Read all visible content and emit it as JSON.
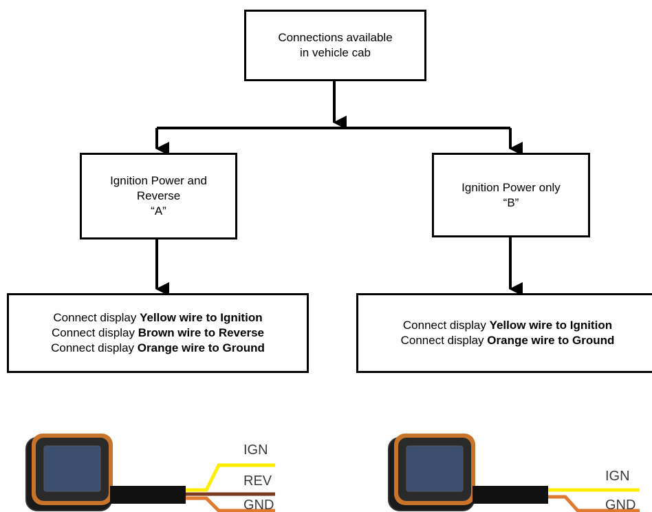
{
  "top_box": {
    "line1": "Connections available",
    "line2": "in vehicle cab"
  },
  "box_a": {
    "line1": "Ignition Power and",
    "line2": "Reverse",
    "line3": "“A”"
  },
  "box_b": {
    "line1": "Ignition Power only",
    "line2": "“B”"
  },
  "instructions_a": [
    {
      "prefix": "Connect display ",
      "bold": "Yellow wire to Ignition"
    },
    {
      "prefix": "Connect display ",
      "bold": "Brown wire to Reverse"
    },
    {
      "prefix": "Connect display ",
      "bold": "Orange wire to Ground"
    }
  ],
  "instructions_b": [
    {
      "prefix": "Connect display ",
      "bold": "Yellow wire to Ignition"
    },
    {
      "prefix": "Connect display ",
      "bold": "Orange wire to Ground"
    }
  ],
  "wires_a": {
    "ign": "IGN",
    "rev": "REV",
    "gnd": "GND"
  },
  "wires_b": {
    "ign": "IGN",
    "gnd": "GND"
  },
  "colors": {
    "yellow": "#ffee00",
    "brown": "#7a3a20",
    "orange": "#e07a30",
    "bezel": "#c8742a"
  }
}
